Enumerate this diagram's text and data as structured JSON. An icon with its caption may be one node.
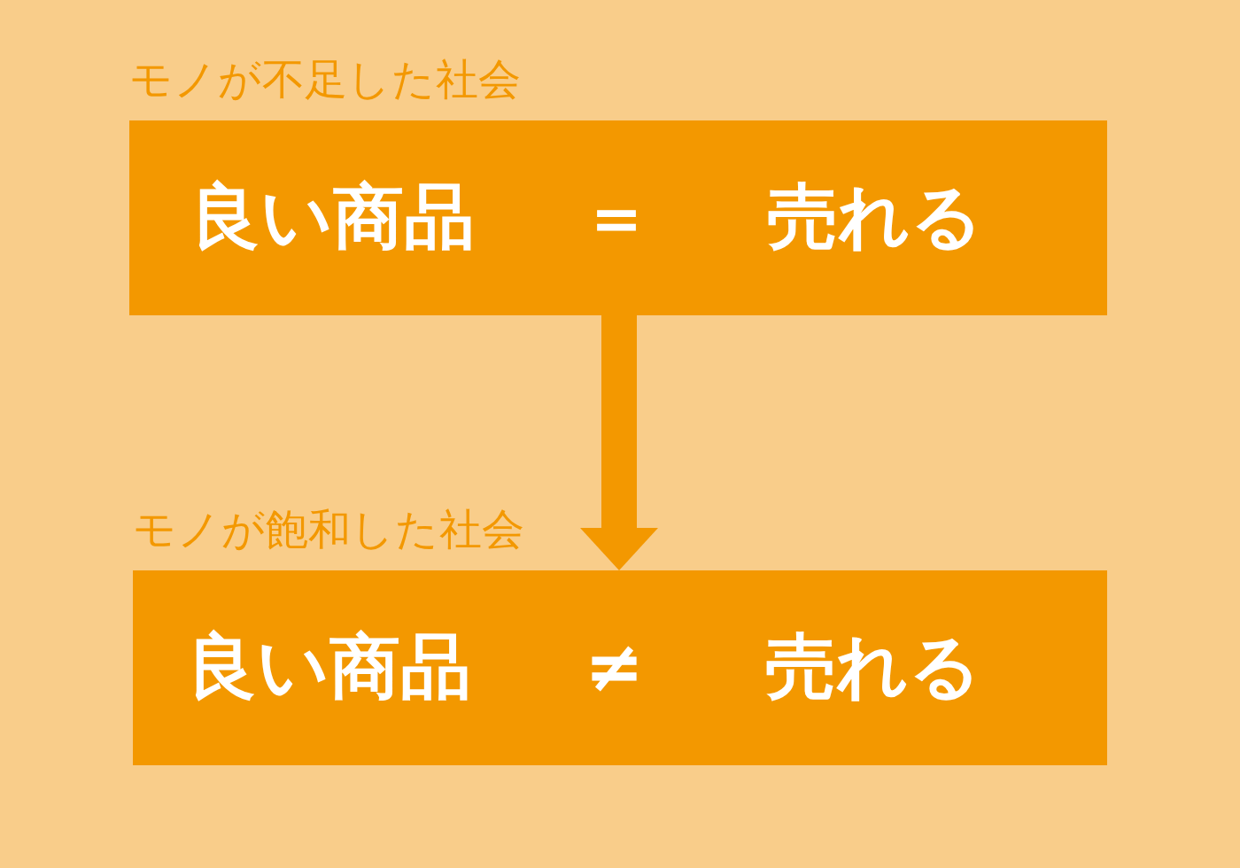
{
  "diagram": {
    "nodes": [
      {
        "text": [
          "モノが不足した社会",
          "良い商品",
          "＝",
          "売れる"
        ]
      },
      {
        "text": [
          "モノが飽和した社会",
          "良い商品",
          "≠",
          "売れる"
        ]
      }
    ],
    "edges": [
      {
        "from": 0,
        "to": 1,
        "arrow": "to"
      }
    ]
  }
}
